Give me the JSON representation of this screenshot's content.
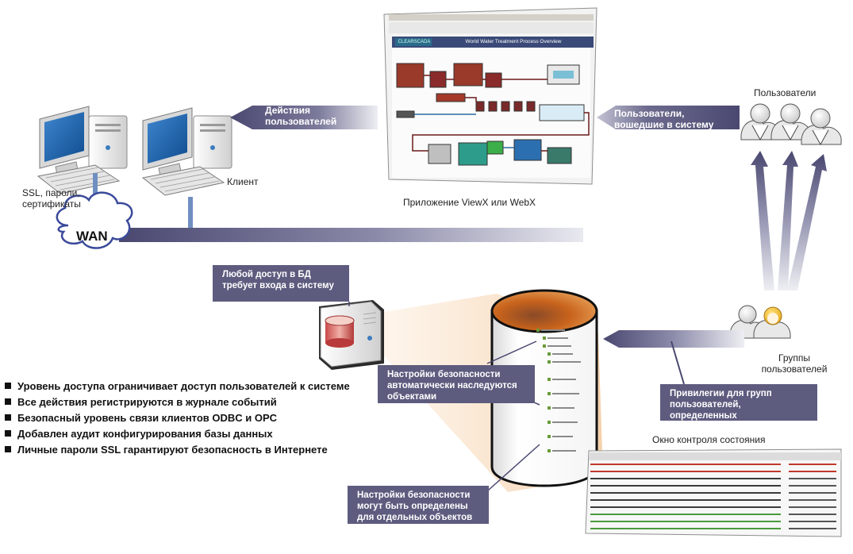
{
  "nodes": {
    "ssl_caption": "SSL, пароли,\nсертификаты",
    "client_caption": "Клиент",
    "wan_label": "WAN",
    "app_caption": "Приложение ViewX или WebX",
    "app_window_title": "World Water Treatment Process Overview",
    "app_logo": "CLEARSCADA",
    "users_caption": "Пользователи",
    "groups_caption": "Группы\nпользователей",
    "monitor_caption": "Окно контроля состояния"
  },
  "arrows": {
    "user_actions": "Действия\nпользователей",
    "logged_in_users": "Пользователи,\nвошедшие в систему"
  },
  "callouts": {
    "db_access": "Любой доступ в БД\nтребует входа в систему",
    "inherited": "Настройки безопасности\nавтоматически наследуются\nобъектами",
    "group_privileges": "Привилегии для групп\nпользователей, определенных\nна объектах",
    "per_object": "Настройки безопасности\nмогут быть определены\nдля отдельных объектов"
  },
  "bullets": [
    "Уровень доступа ограничивает доступ пользователей к системе",
    "Все действия регистрируются в журнале событий",
    "Безопасный уровень связи клиентов ODBC и OPC",
    "Добавлен аудит конфигурирования базы данных",
    "Личные пароли SSL гарантируют безопасность в Интернете"
  ],
  "colors": {
    "callout": "#5d5b7e",
    "arrow_dark": "#4a4870",
    "wan_bar": "#4a4870",
    "screen_blue": "#1d5fa6",
    "cylinder_top": "#c8631c"
  }
}
